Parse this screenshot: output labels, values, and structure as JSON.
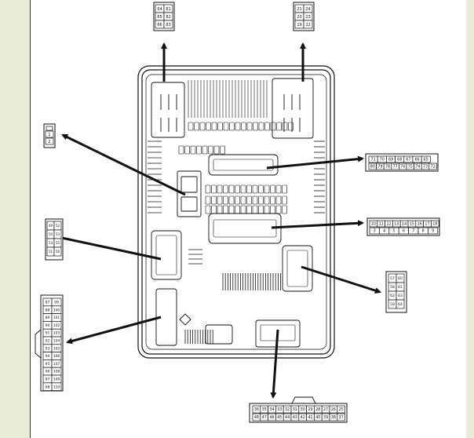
{
  "colors": {
    "line": "#111111",
    "paper": "#ffffff",
    "margin": "#e8ecd8"
  },
  "connectors": {
    "top_left": [
      "64",
      "81",
      "65",
      "82",
      "66",
      "83"
    ],
    "top_right": [
      "21",
      "24",
      "20",
      "23",
      "19",
      "22"
    ],
    "left_2pin": [
      "1",
      "2"
    ],
    "left_small": [
      "49",
      "52",
      "50",
      "53",
      "54",
      "55",
      "51",
      "56"
    ],
    "left_tall_a": [
      "87",
      "88",
      "89",
      "90",
      "91",
      "92",
      "93",
      "94",
      "95",
      "96",
      "97",
      "98"
    ],
    "left_tall_b": [
      "99",
      "100",
      "101",
      "102",
      "103",
      "104",
      "105",
      "106",
      "107",
      "108",
      "109",
      "110"
    ],
    "right_upper_top": [
      "71",
      "70",
      "69",
      "68",
      "67",
      "66",
      "65"
    ],
    "right_upper_bottom": [
      "80",
      "79",
      "78",
      "77",
      "76",
      "75",
      "74",
      "73",
      "72"
    ],
    "right_middle_top": [
      "10",
      "11",
      "12",
      "13",
      "14",
      "15",
      "16",
      "17",
      "18"
    ],
    "right_middle_bottom": [
      "3",
      "4",
      "5",
      "6",
      "7",
      "8",
      "9"
    ],
    "right_lower": [
      "57",
      "60",
      "58",
      "61",
      "62",
      "63",
      "59",
      "64"
    ],
    "bottom_top": [
      "36",
      "35",
      "34",
      "33",
      "32",
      "31",
      "30",
      "29",
      "28",
      "27",
      "26",
      "25"
    ],
    "bottom_bottom": [
      "48",
      "47",
      "46",
      "45",
      "44",
      "43",
      "42",
      "41",
      "40",
      "39",
      "38",
      "37"
    ]
  }
}
